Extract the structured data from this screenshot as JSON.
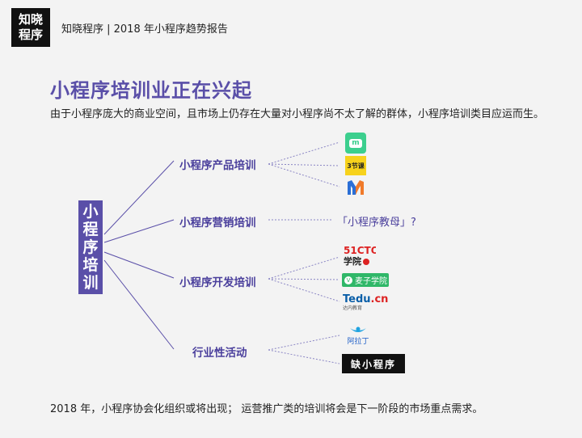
{
  "header": {
    "logo_line1": "知晓",
    "logo_line2": "程序",
    "text": "知晓程序 | 2018 年小程序趋势报告"
  },
  "title": "小程序培训业正在兴起",
  "subtitle": "由于小程序庞大的商业空间，且市场上仍存在大量对小程序尚不太了解的群体，小程序培训类目应运而生。",
  "diagram": {
    "root": [
      "小",
      "程",
      "序",
      "培",
      "训"
    ],
    "categories": [
      {
        "label": "小程序产品培训"
      },
      {
        "label": "小程序营销培训"
      },
      {
        "label": "小程序开发培训"
      },
      {
        "label": "行业性活动"
      }
    ],
    "marketing_item": "「小程序教母」?",
    "brands": {
      "b2": "3节课",
      "b4_line1": "51CTO",
      "b4_line2": "学院",
      "b5": "麦子学院",
      "b6_a": "Tedu",
      "b6_b": ".cn",
      "b6_sub": "达内教育",
      "b7": "阿拉丁",
      "b8": "缺小程序"
    }
  },
  "footer": "2018 年，小程序协会化组织或将出现； 运营推广类的培训将会是下一阶段的市场重点需求。",
  "colors": {
    "accent": "#5a4fa8",
    "background": "#f3f3f3"
  }
}
